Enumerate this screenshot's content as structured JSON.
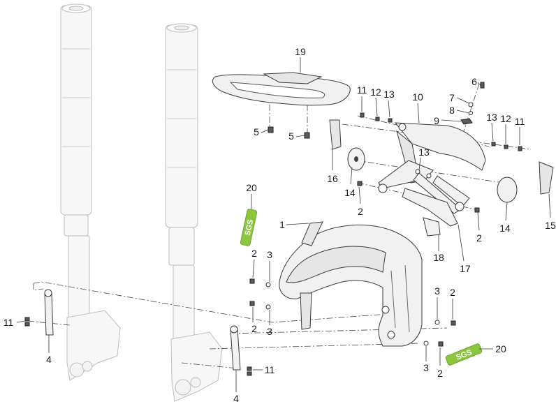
{
  "callouts": {
    "c1": "1",
    "c2a": "2",
    "c2b": "2",
    "c2c": "2",
    "c2d": "2",
    "c2e": "2",
    "c2f": "2",
    "c3a": "3",
    "c3b": "3",
    "c3c": "3",
    "c3d": "3",
    "c4a": "4",
    "c4b": "4",
    "c5a": "5",
    "c5b": "5",
    "c6": "6",
    "c7": "7",
    "c8": "8",
    "c9": "9",
    "c10": "10",
    "c11a": "11",
    "c11b": "11",
    "c11c": "11",
    "c11d": "11",
    "c12a": "12",
    "c12b": "12",
    "c13a": "13",
    "c13b": "13",
    "c13c": "13",
    "c14a": "14",
    "c14b": "14",
    "c15": "15",
    "c16": "16",
    "c17": "17",
    "c18": "18",
    "c19": "19",
    "c20a": "20",
    "c20b": "20"
  },
  "decal_text": "SGS",
  "colors": {
    "line": "#333333",
    "decal": "#8cc63f",
    "background": "#ffffff"
  }
}
